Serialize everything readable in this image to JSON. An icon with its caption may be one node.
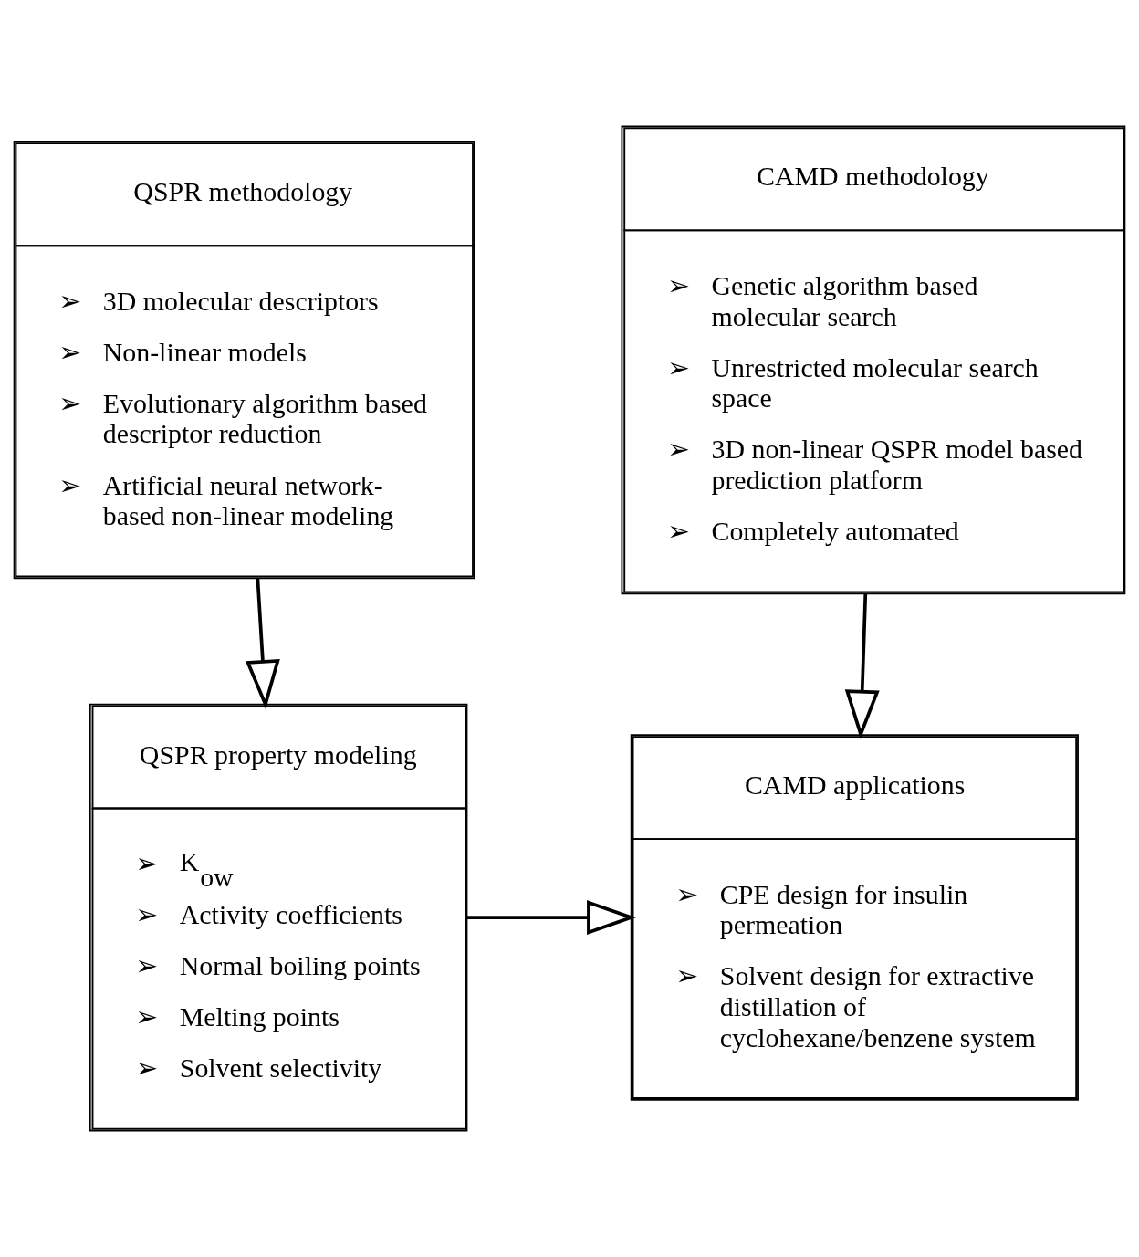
{
  "diagram": {
    "nodes": [
      {
        "text": [
          "QSPR methodology",
          "➢ 3D molecular descriptors",
          "➢ Non-linear models",
          "➢ Evolutionary algorithm based descriptor reduction",
          "➢ Artificial neural network-based non-linear modeling"
        ]
      },
      {
        "text": [
          "CAMD methodology",
          "➢ Genetic algorithm based molecular search",
          "➢ Unrestricted molecular search space",
          "➢ 3D non-linear QSPR model based prediction platform",
          "➢ Completely automated"
        ]
      },
      {
        "text": [
          "QSPR property modeling",
          "➢ K$_{ow}$",
          "➢ Activity coefficients",
          "➢ Normal boiling points",
          "➢ Melting points",
          "➢ Solvent selectivity"
        ]
      },
      {
        "text": [
          "CAMD applications",
          "➢ CPE design for insulin permeation",
          "➢ Solvent design for extractive distillation of cyclohexane/benzene system"
        ]
      }
    ],
    "edges": [
      {
        "from": 0,
        "to": 2,
        "arrow": "to"
      },
      {
        "from": 1,
        "to": 3,
        "arrow": "to"
      },
      {
        "from": 2,
        "to": 3,
        "arrow": "to"
      }
    ]
  }
}
